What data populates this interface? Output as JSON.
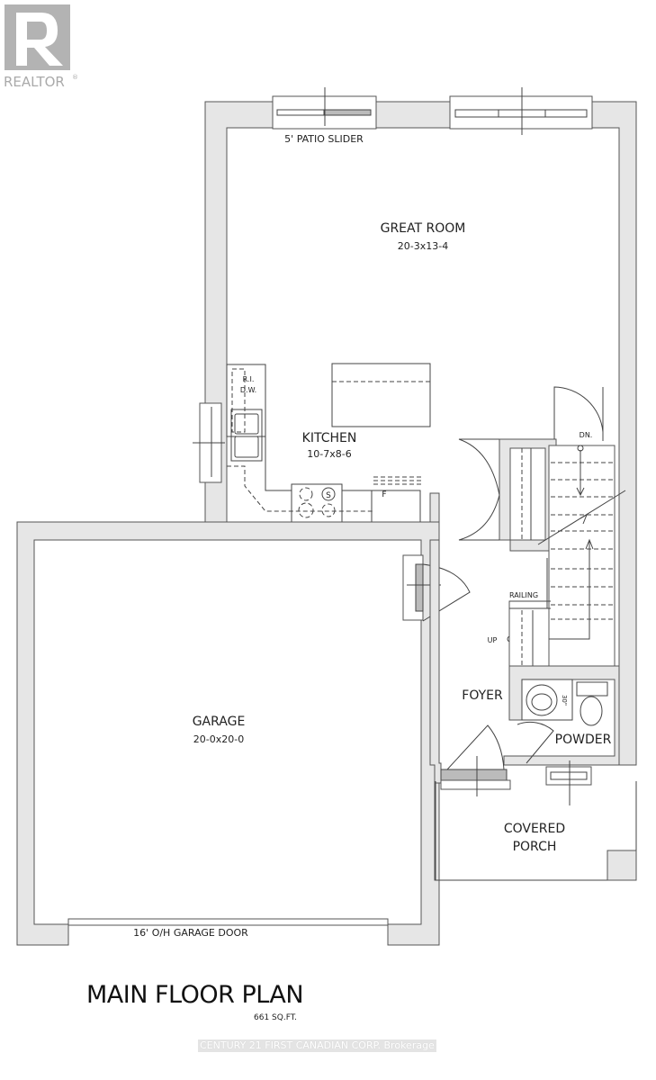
{
  "logo": {
    "brand": "REALTOR",
    "mark": "R",
    "color": "#b3b3b3"
  },
  "plan": {
    "title": "MAIN FLOOR PLAN",
    "area": "661 SQ.FT.",
    "watermark": "CENTURY 21 FIRST CANADIAN CORP. Brokerage",
    "labels": {
      "patio_slider": "5' PATIO SLIDER",
      "great_room": "GREAT ROOM",
      "great_room_size": "20-3x13-4",
      "kitchen": "KITCHEN",
      "kitchen_size": "10-7x8-6",
      "dishwasher_1": "R.I.",
      "dishwasher_2": "D.W.",
      "stove": "S",
      "fridge": "F",
      "down": "DN.",
      "up": "UP",
      "railing": "RAILING",
      "foyer": "FOYER",
      "powder": "POWDER",
      "vanity": "30\"",
      "garage": "GARAGE",
      "garage_size": "20-0x20-0",
      "garage_door": "16' O/H GARAGE DOOR",
      "porch_1": "COVERED",
      "porch_2": "PORCH"
    }
  }
}
